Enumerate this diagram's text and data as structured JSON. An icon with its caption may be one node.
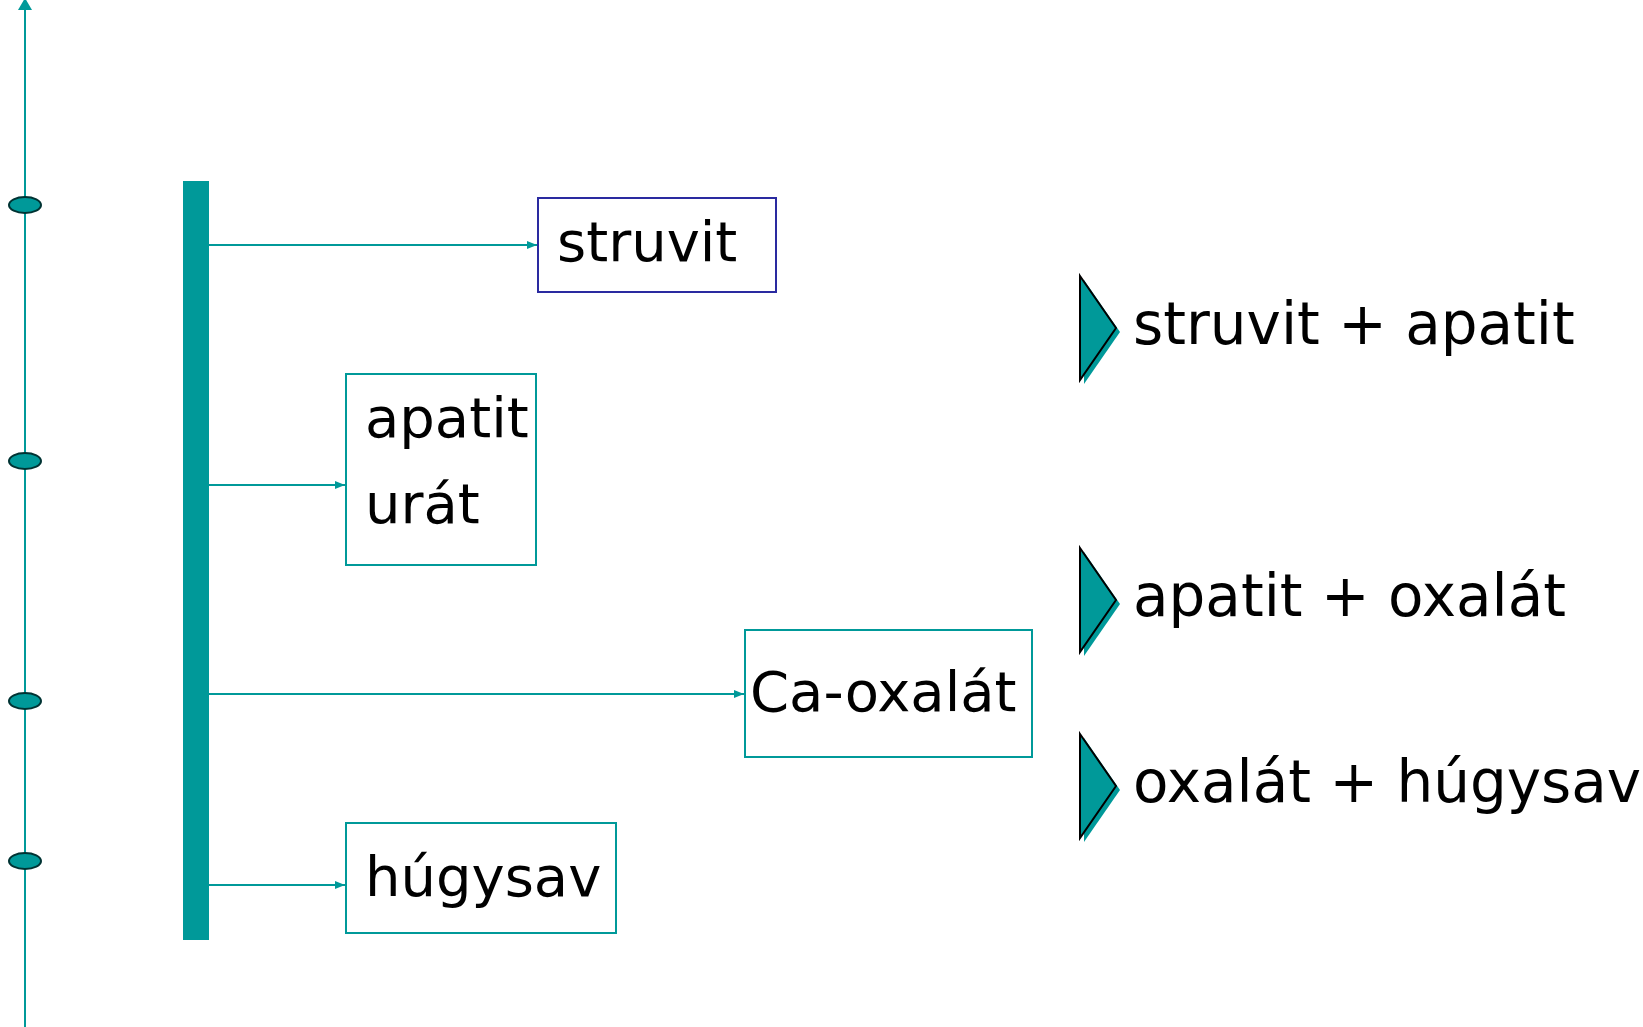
{
  "diagram": {
    "nodes": [
      {
        "text": [],
        "shape": "bar"
      },
      {
        "text": [
          "struvit"
        ]
      },
      {
        "text": [
          "apatit",
          "urát"
        ]
      },
      {
        "text": [
          "Ca-oxalát"
        ]
      },
      {
        "text": [
          "húgysav"
        ]
      }
    ],
    "edges": [
      {
        "from": 0,
        "to": 1,
        "arrow": "to"
      },
      {
        "from": 0,
        "to": 2,
        "arrow": "to"
      },
      {
        "from": 0,
        "to": 3,
        "arrow": "to"
      },
      {
        "from": 0,
        "to": 4,
        "arrow": "to"
      }
    ],
    "labels": [
      "struvit + apatit",
      "apatit + oxalát",
      "oxalát + húgysav"
    ]
  }
}
